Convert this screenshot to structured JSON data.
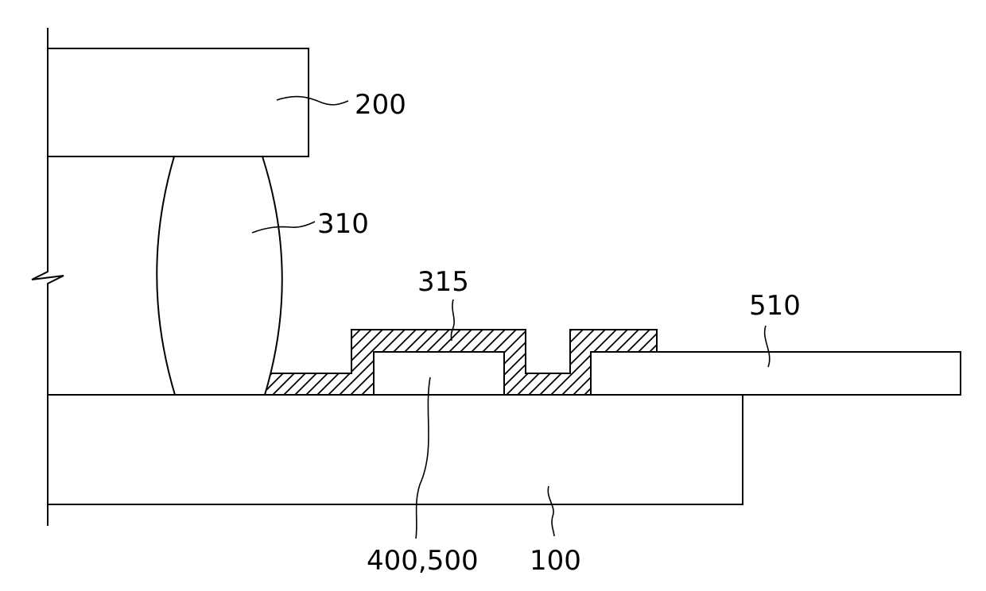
{
  "labels": {
    "upper_substrate": "200",
    "spacer": "310",
    "cover_layer": "315",
    "pad": "400,500",
    "lower_substrate": "100",
    "trace": "510"
  }
}
